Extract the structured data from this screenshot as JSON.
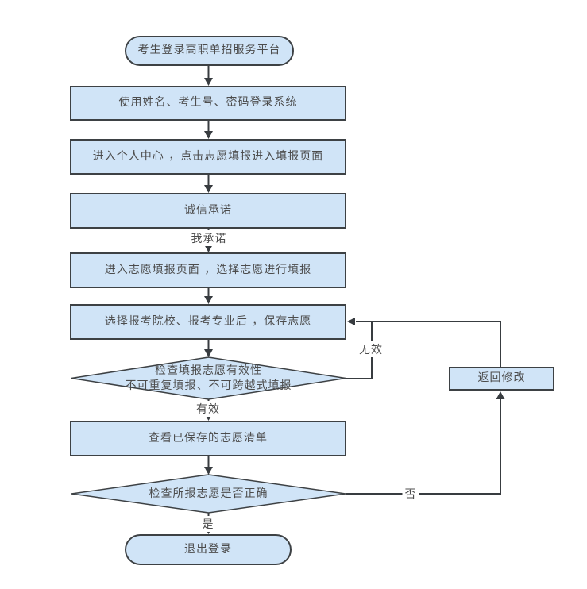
{
  "colors": {
    "node_fill": "#d0e4f7",
    "node_stroke": "#3d4144",
    "connector": "#383c40",
    "text": "#4c4c4c",
    "background": "#ffffff"
  },
  "nodes": {
    "start": {
      "type": "terminator",
      "label": "考生登录高职单招服务平台"
    },
    "login": {
      "type": "process",
      "label": "使用姓名、考生号、密码登录系统"
    },
    "personal_center": {
      "type": "process",
      "label": "进入个人中心 ，点击志愿填报进入填报页面"
    },
    "pledge": {
      "type": "process",
      "label": "诚信承诺"
    },
    "enter_fill": {
      "type": "process",
      "label": "进入志愿填报页面 ，选择志愿进行填报"
    },
    "save_choices": {
      "type": "process",
      "label": "选择报考院校、报考专业后 ，保存志愿"
    },
    "check_validity": {
      "type": "decision",
      "line1": "检查填报志愿有效性",
      "line2": "不可重复填报、不可跨越式填报"
    },
    "view_list": {
      "type": "process",
      "label": "查看已保存的志愿清单"
    },
    "check_correct": {
      "type": "decision",
      "label": "检查所报志愿是否正确"
    },
    "return_modify": {
      "type": "process",
      "label": "返回修改"
    },
    "logout": {
      "type": "terminator",
      "label": "退出登录"
    }
  },
  "edge_labels": {
    "pledge_commit": "我承诺",
    "valid": "有效",
    "invalid": "无效",
    "yes": "是",
    "no": "否"
  }
}
